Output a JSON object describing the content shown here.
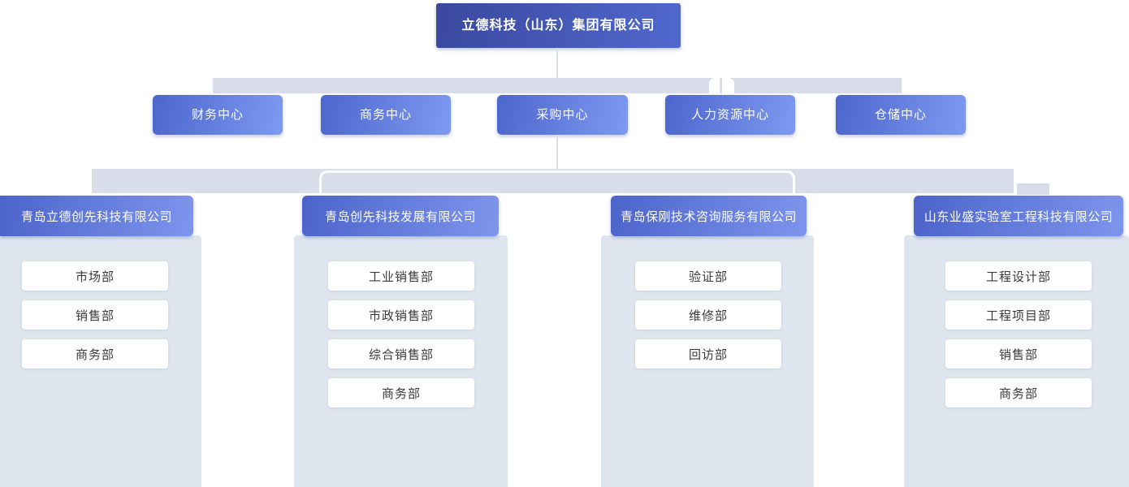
{
  "org": {
    "root_label": "立德科技（山东）集团有限公司",
    "centers": [
      "财务中心",
      "商务中心",
      "采购中心",
      "人力资源中心",
      "仓储中心"
    ],
    "companies": [
      {
        "name": "青岛立德创先科技有限公司",
        "departments": [
          "市场部",
          "销售部",
          "商务部"
        ]
      },
      {
        "name": "青岛创先科技发展有限公司",
        "departments": [
          "工业销售部",
          "市政销售部",
          "综合销售部",
          "商务部"
        ]
      },
      {
        "name": "青岛保刚技术咨询服务有限公司",
        "departments": [
          "验证部",
          "维修部",
          "回访部"
        ]
      },
      {
        "name": "山东业盛实验室工程科技有限公司",
        "departments": [
          "工程设计部",
          "工程项目部",
          "销售部",
          "商务部"
        ]
      }
    ]
  },
  "colors": {
    "root_grad_start": "#3a489e",
    "root_grad_end": "#5068cd",
    "node_grad_start": "#4c66cd",
    "node_grad_end": "#7e99f0",
    "company_grad_start": "#4c64ca",
    "company_grad_end": "#7d95ec",
    "band": "#d8dde9",
    "line": "#dbdfe9",
    "panel": "#dfe5ee",
    "dept_text": "#3a3a3a"
  }
}
